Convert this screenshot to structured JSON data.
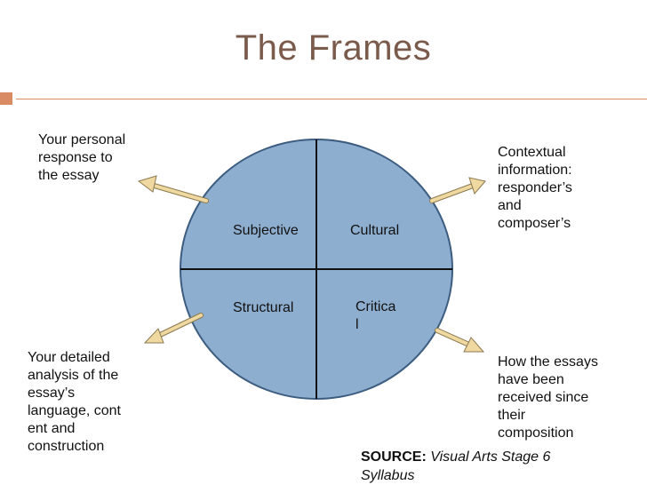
{
  "slide": {
    "title": "The Frames",
    "accent_color": "#d98b63",
    "circle_fill": "#8eaed0",
    "circle_stroke": "#3c5c80",
    "arrow_color": "#efd9a0"
  },
  "quadrants": {
    "subjective": "Subjective",
    "cultural": "Cultural",
    "structural": "Structural",
    "critical": "Critica\nl"
  },
  "notes": {
    "top_left": "Your personal\nresponse to\nthe essay",
    "top_right": "Contextual\ninformation:\n responder’s\nand\ncomposer’s",
    "bottom_left": "Your detailed\nanalysis of the\nessay’s\nlanguage, cont\nent and\nconstruction",
    "bottom_right": "How the essays\nhave been\nreceived since\ntheir\ncomposition"
  },
  "source": {
    "label": "SOURCE:",
    "text": " Visual Arts Stage 6\nSyllabus"
  }
}
